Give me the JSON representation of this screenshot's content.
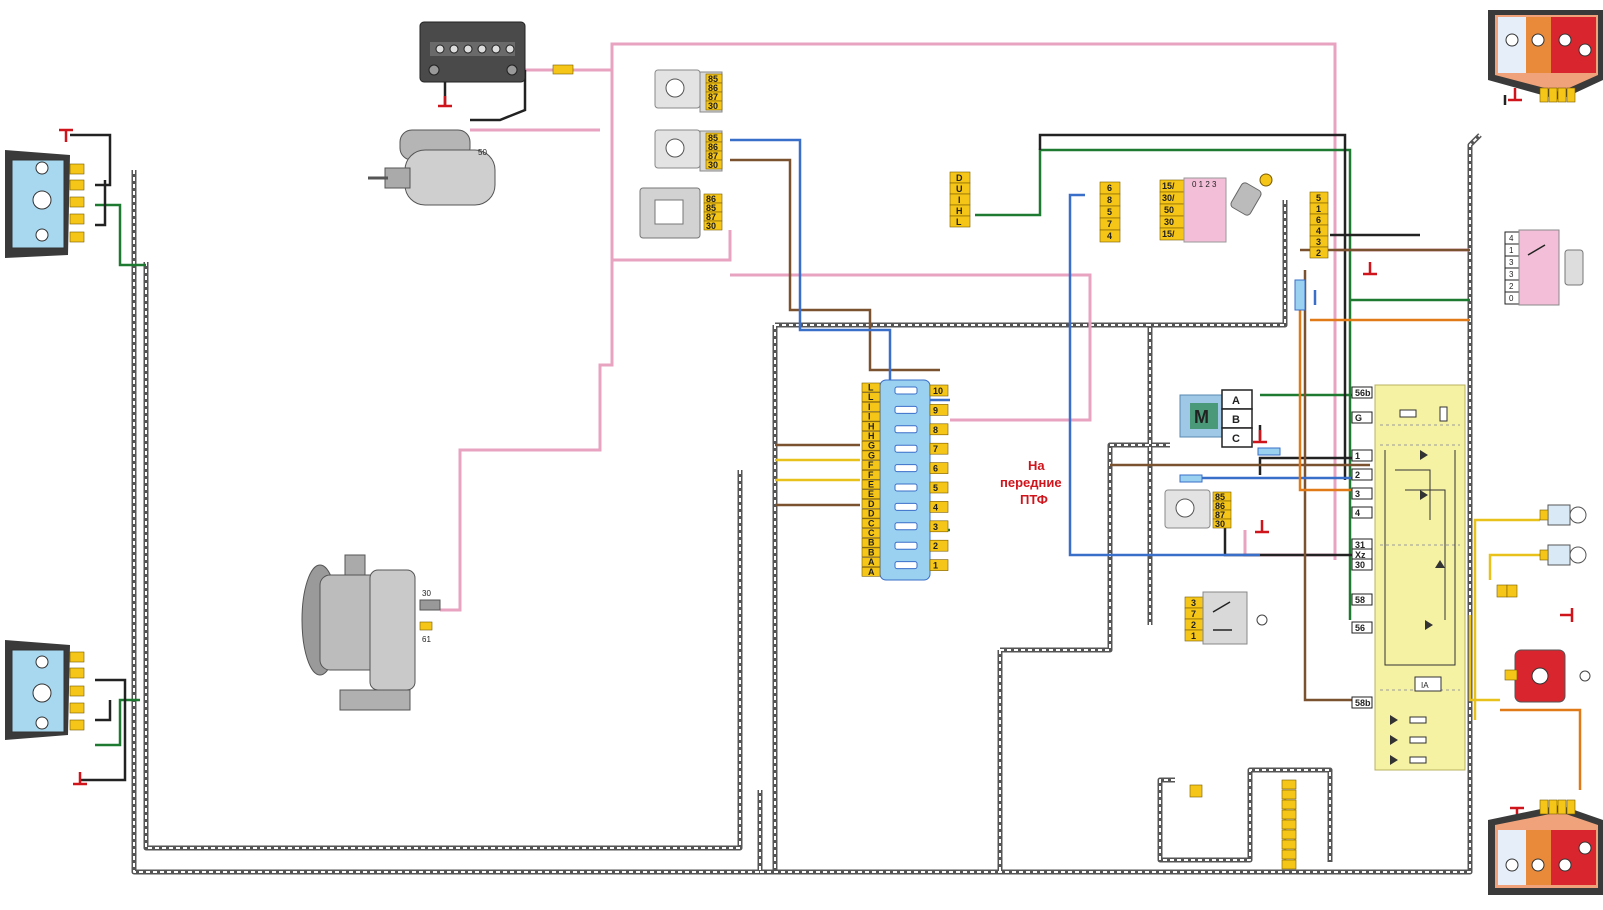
{
  "annotation": {
    "line1": "На",
    "line2": "передние",
    "line3": "ПТФ"
  },
  "colors": {
    "pink": "#e8a3c1",
    "green": "#1e7a30",
    "black": "#222222",
    "brown": "#7a5230",
    "blue": "#3a6fc9",
    "orange": "#e07a18",
    "yellow": "#e8c21a",
    "harness": "#555555",
    "fuse_block": "#9bd1f0",
    "control_unit": "#f6f2a4",
    "switch_pink": "#f3bfd8",
    "pin": "#f5c518"
  },
  "starter": {
    "terminal": "50"
  },
  "generator": {
    "terminal_30": "30",
    "terminal_61": "61"
  },
  "relays": {
    "headlamp_relay_1": [
      "85",
      "86",
      "87",
      "30"
    ],
    "headlamp_relay_2": [
      "85",
      "86",
      "87",
      "30"
    ],
    "ignition_relay": [
      "86",
      "85",
      "87",
      "30"
    ],
    "fog_relay": [
      "85",
      "86",
      "87",
      "30"
    ]
  },
  "light_switch": {
    "pins": [
      "D",
      "U",
      "I",
      "H",
      "L"
    ]
  },
  "connector_6_pin": {
    "pins": [
      "6",
      "8",
      "5",
      "7",
      "4"
    ]
  },
  "ignition_switch": {
    "pins": [
      "15/",
      "30/",
      "50",
      "30",
      "15/"
    ],
    "positions": "0 1 2 3"
  },
  "stalk_connector": {
    "pins": [
      "5",
      "1",
      "6",
      "4",
      "3",
      "2"
    ]
  },
  "fuse_block": {
    "left_pins": [
      "L",
      "L",
      "I",
      "I",
      "H",
      "H",
      "G",
      "G",
      "F",
      "F",
      "E",
      "E",
      "D",
      "D",
      "C",
      "C",
      "B",
      "B",
      "A",
      "A"
    ],
    "right_pins": [
      "10",
      "9",
      "8",
      "7",
      "6",
      "5",
      "4",
      "3",
      "2",
      "1"
    ]
  },
  "motor": {
    "symbol": "M",
    "pins": [
      "A",
      "B",
      "C"
    ]
  },
  "control_unit": {
    "pins": [
      "56b",
      "G",
      "1",
      "2",
      "3",
      "4",
      "31",
      "Xz",
      "30",
      "58",
      "56",
      "58b"
    ],
    "inner_label": "IA"
  },
  "hazard_switch": {
    "pins": [
      "3",
      "7",
      "2",
      "1"
    ]
  },
  "right_switch": {
    "pins": [
      "4",
      "1",
      "3",
      "3",
      "2",
      "0"
    ]
  }
}
